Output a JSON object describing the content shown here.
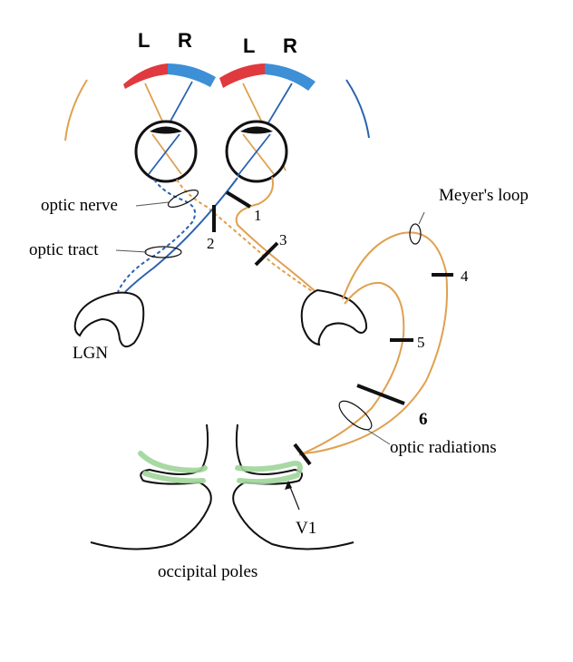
{
  "field_labels": {
    "left_eye_left": "L",
    "left_eye_right": "R",
    "right_eye_left": "L",
    "right_eye_right": "R"
  },
  "structures": {
    "optic_nerve": "optic nerve",
    "optic_tract": "optic tract",
    "lgn": "LGN",
    "meyers_loop": "Meyer's loop",
    "optic_radiations": "optic radiations",
    "v1": "V1",
    "occipital_poles": "occipital poles"
  },
  "lesions": [
    "1",
    "2",
    "3",
    "4",
    "5",
    "6"
  ],
  "colors": {
    "left_field": "#e0393e",
    "right_field": "#3d8fd6",
    "pathway_orange": "#e0a050",
    "pathway_blue": "#2a62b0",
    "cortex_green": "#9fd59a",
    "outline": "#111111"
  }
}
